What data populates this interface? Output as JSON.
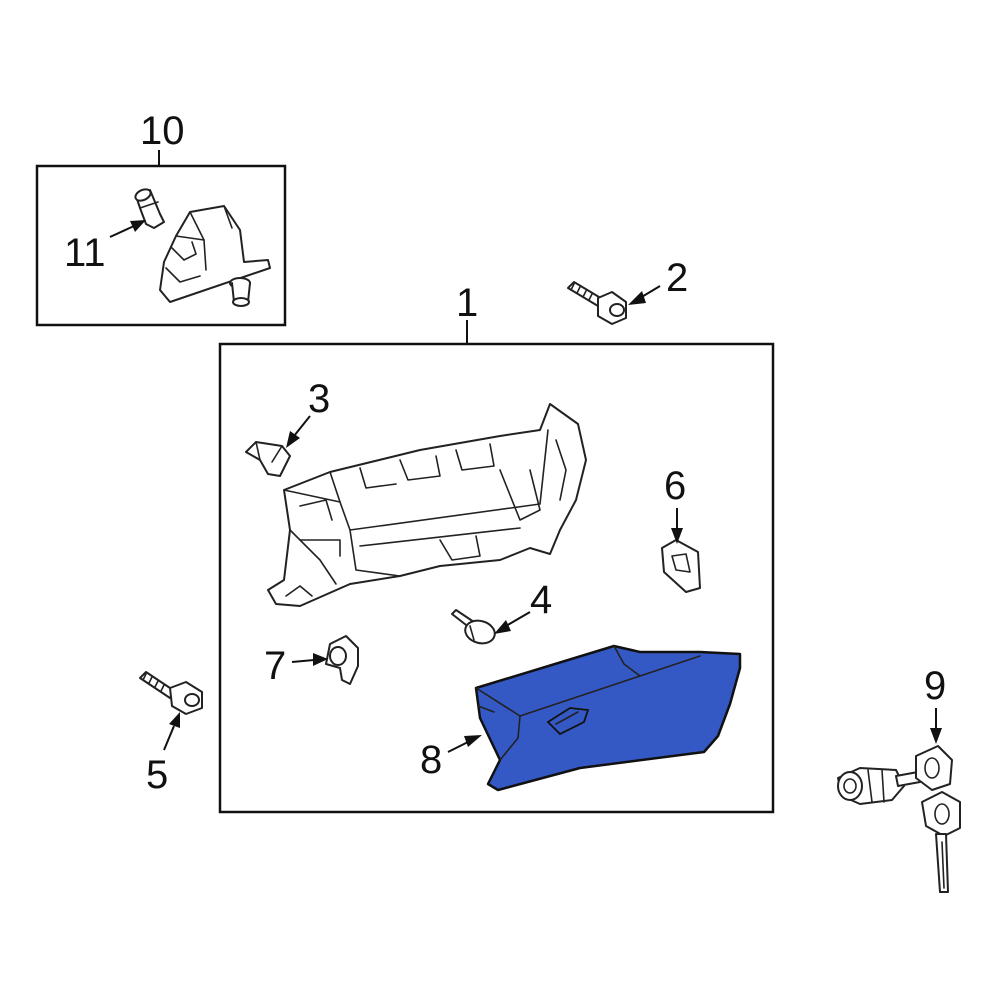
{
  "diagram": {
    "callouts": {
      "c1": "1",
      "c2": "2",
      "c3": "3",
      "c4": "4",
      "c5": "5",
      "c6": "6",
      "c7": "7",
      "c8": "8",
      "c9": "9",
      "c10": "10",
      "c11": "11"
    },
    "highlight_color": "#3459c4"
  }
}
